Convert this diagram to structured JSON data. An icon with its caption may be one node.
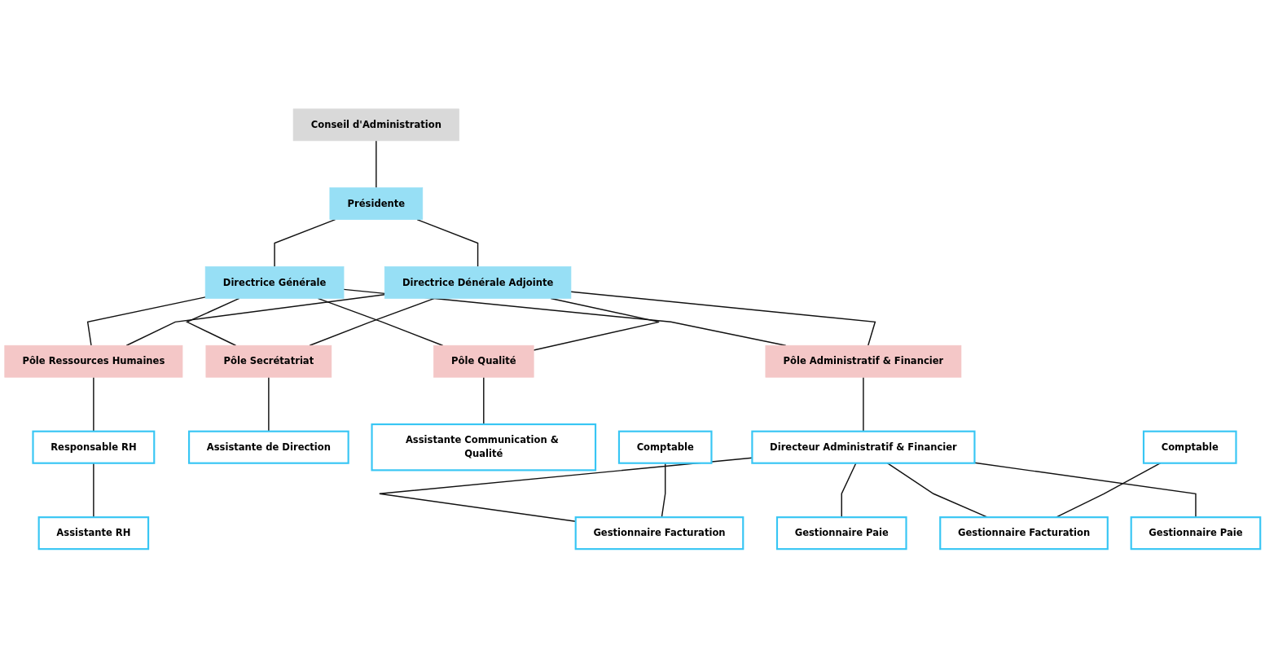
{
  "diagram": {
    "nodes": [
      {
        "text": [
          "Conseil d'Administration"
        ]
      },
      {
        "text": [
          "Présidente"
        ]
      },
      {
        "text": [
          "Directrice Générale"
        ]
      },
      {
        "text": [
          "Directrice Dénérale Adjointe"
        ]
      },
      {
        "text": [
          "Pôle Ressources Humaines"
        ]
      },
      {
        "text": [
          "Pôle Secrétatriat"
        ]
      },
      {
        "text": [
          "Pôle Qualité"
        ]
      },
      {
        "text": [
          "Pôle Administratif & Financier"
        ]
      },
      {
        "text": [
          "Responsable RH"
        ]
      },
      {
        "text": [
          "Assistante RH"
        ]
      },
      {
        "text": [
          "Assistante de Direction"
        ]
      },
      {
        "text": [
          "Assistante Communication & Qualité"
        ]
      },
      {
        "text": [
          "Directeur Administratif & Financier"
        ]
      },
      {
        "text": [
          "Comptable"
        ]
      },
      {
        "text": [
          "Gestionnaire Facturation"
        ]
      },
      {
        "text": [
          "Gestionnaire Paie"
        ]
      },
      {
        "text": [
          "Comptable"
        ]
      },
      {
        "text": [
          "Gestionnaire Facturation"
        ]
      },
      {
        "text": [
          "Gestionnaire Paie"
        ]
      }
    ],
    "edges": [
      {
        "from": 0,
        "to": 1,
        "arrow": "none"
      },
      {
        "from": 1,
        "to": 2,
        "arrow": "none"
      },
      {
        "from": 1,
        "to": 3,
        "arrow": "none"
      },
      {
        "from": 2,
        "to": 4,
        "arrow": "none"
      },
      {
        "from": 2,
        "to": 5,
        "arrow": "none"
      },
      {
        "from": 2,
        "to": 6,
        "arrow": "none"
      },
      {
        "from": 2,
        "to": 7,
        "arrow": "none"
      },
      {
        "from": 3,
        "to": 4,
        "arrow": "none"
      },
      {
        "from": 3,
        "to": 5,
        "arrow": "none"
      },
      {
        "from": 3,
        "to": 6,
        "arrow": "none"
      },
      {
        "from": 3,
        "to": 7,
        "arrow": "none"
      },
      {
        "from": 4,
        "to": 8,
        "arrow": "none"
      },
      {
        "from": 8,
        "to": 9,
        "arrow": "none"
      },
      {
        "from": 5,
        "to": 10,
        "arrow": "none"
      },
      {
        "from": 6,
        "to": 11,
        "arrow": "none"
      },
      {
        "from": 7,
        "to": 12,
        "arrow": "none"
      },
      {
        "from": 12,
        "to": 14,
        "arrow": "none"
      },
      {
        "from": 12,
        "to": 15,
        "arrow": "none"
      },
      {
        "from": 12,
        "to": 17,
        "arrow": "none"
      },
      {
        "from": 12,
        "to": 18,
        "arrow": "none"
      },
      {
        "from": 13,
        "to": 14,
        "arrow": "none"
      },
      {
        "from": 16,
        "to": 17,
        "arrow": "none"
      }
    ]
  }
}
